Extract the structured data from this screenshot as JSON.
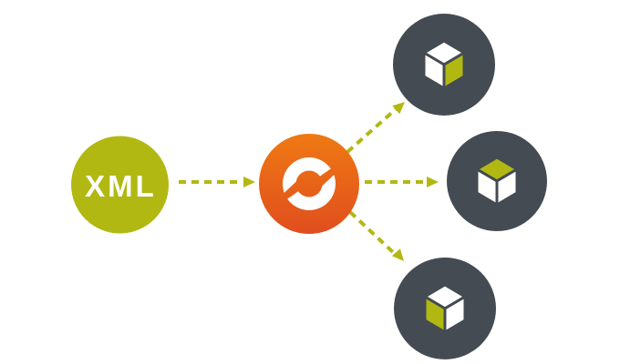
{
  "colors": {
    "background": "#ffffff",
    "olive": "#b2b812",
    "arrow": "#b2b812",
    "dark": "#444b53",
    "white": "#ffffff",
    "orange_top": "#ef7913",
    "orange_bottom": "#e04e1e"
  },
  "diagram": {
    "source_node": {
      "label": "XML",
      "shape": "circle",
      "fill": "#b2b812",
      "text_color": "#ffffff"
    },
    "hub_node": {
      "icon": "sync-arrows-icon",
      "shape": "circle",
      "gradient": [
        "#ef7913",
        "#e04e1e"
      ]
    },
    "target_nodes": [
      {
        "id": "top",
        "icon": "cube-icon",
        "fill": "#444b53",
        "cube_faces": {
          "top": "#ffffff",
          "left": "#ffffff",
          "right": "#b2b812"
        }
      },
      {
        "id": "middle",
        "icon": "cube-icon",
        "fill": "#444b53",
        "cube_faces": {
          "top": "#b2b812",
          "left": "#ffffff",
          "right": "#ffffff"
        }
      },
      {
        "id": "bottom",
        "icon": "cube-icon",
        "fill": "#444b53",
        "cube_faces": {
          "top": "#ffffff",
          "left": "#b2b812",
          "right": "#ffffff"
        }
      }
    ],
    "connections": [
      {
        "from": "source",
        "to": "hub",
        "style": "dashed-arrow"
      },
      {
        "from": "hub",
        "to": "top",
        "style": "dashed-arrow"
      },
      {
        "from": "hub",
        "to": "middle",
        "style": "dashed-arrow"
      },
      {
        "from": "hub",
        "to": "bottom",
        "style": "dashed-arrow"
      }
    ]
  }
}
